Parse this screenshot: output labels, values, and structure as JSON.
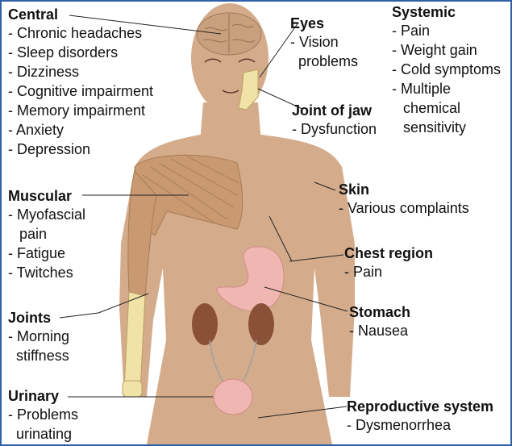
{
  "colors": {
    "border": "#2e5fa8",
    "skin": "#d4ac8c",
    "muscle": "#c99a72",
    "organ": "#f0b6b2",
    "kidney": "#8a5038",
    "bone": "#f1e2a8"
  },
  "groups": {
    "central": {
      "title": "Central",
      "items": [
        "- Chronic headaches",
        "- Sleep disorders",
        "- Dizziness",
        "- Cognitive impairment",
        "- Memory impairment",
        "- Anxiety",
        "- Depression"
      ]
    },
    "eyes": {
      "title": "Eyes",
      "items": [
        "- Vision",
        "problems"
      ]
    },
    "systemic": {
      "title": "Systemic",
      "items": [
        "- Pain",
        "- Weight gain",
        "- Cold symptoms",
        "- Multiple",
        "chemical",
        "sensitivity"
      ]
    },
    "jaw": {
      "title": "Joint of jaw",
      "items": [
        "- Dysfunction"
      ]
    },
    "muscular": {
      "title": "Muscular",
      "items": [
        "- Myofascial",
        "pain",
        "- Fatigue",
        "- Twitches"
      ]
    },
    "skin": {
      "title": "Skin",
      "items": [
        "- Various complaints"
      ]
    },
    "chest": {
      "title": "Chest region",
      "items": [
        "- Pain"
      ]
    },
    "joints": {
      "title": "Joints",
      "items": [
        "- Morning",
        "stiffness"
      ]
    },
    "stomach": {
      "title": "Stomach",
      "items": [
        "- Nausea"
      ]
    },
    "urinary": {
      "title": "Urinary",
      "items": [
        "- Problems",
        "urinating"
      ]
    },
    "reproductive": {
      "title": "Reproductive system",
      "items": [
        "- Dysmenorrhea"
      ]
    }
  }
}
